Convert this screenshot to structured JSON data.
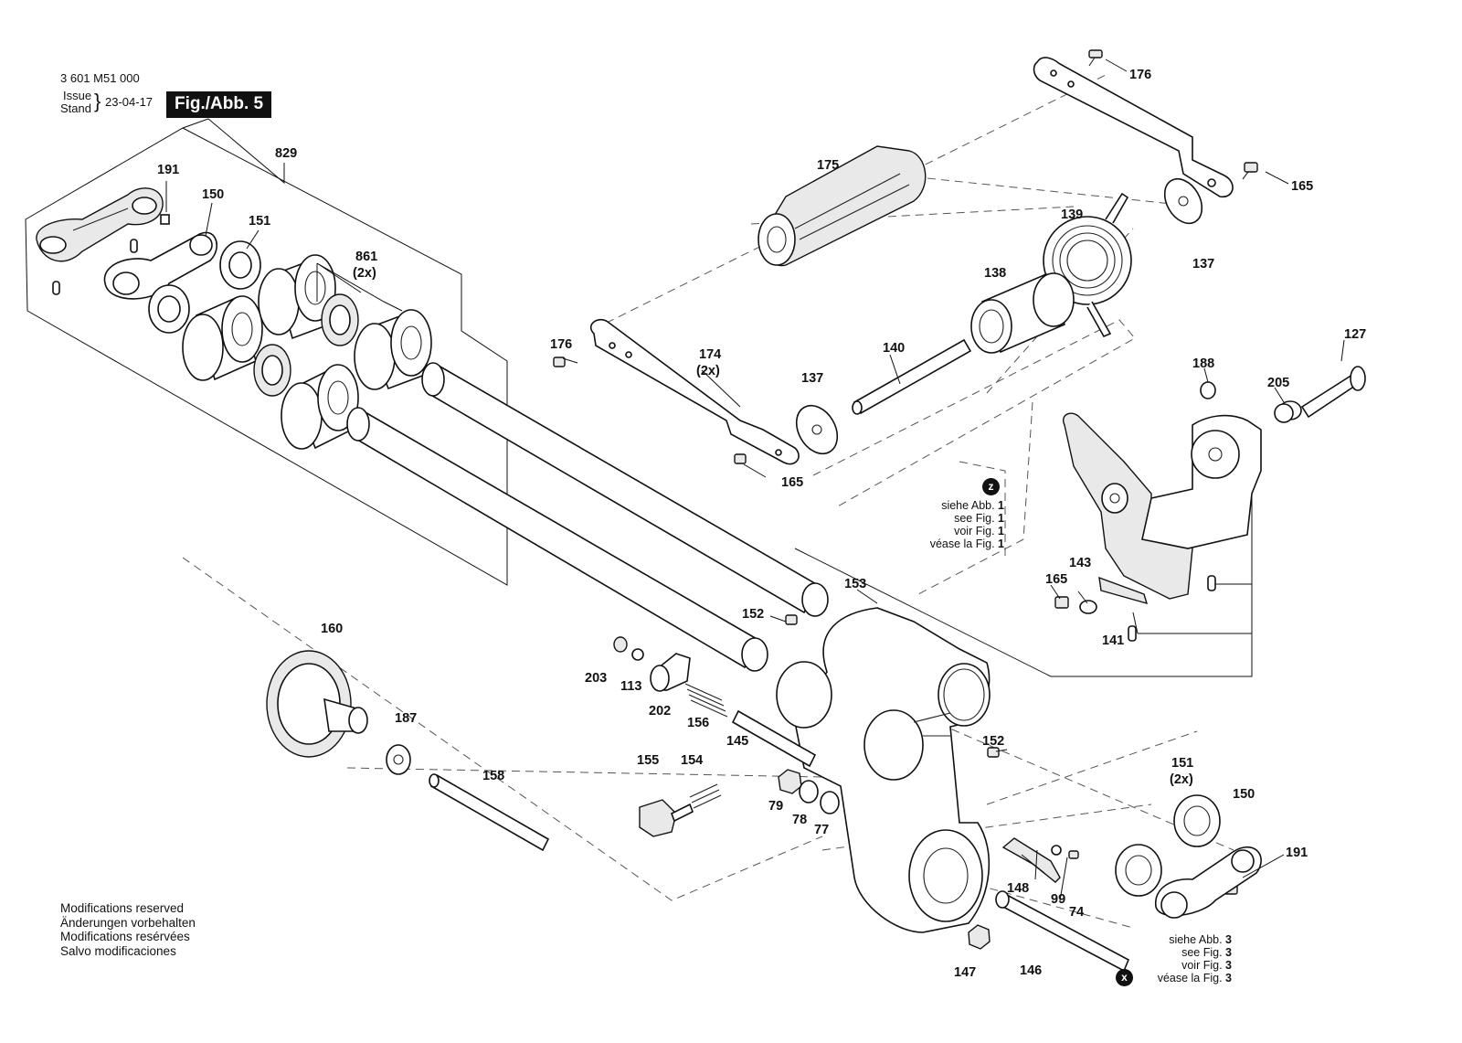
{
  "header": {
    "doc_number": "3 601 M51 000",
    "issue_label": "Issue",
    "stand_label": "Stand",
    "date": "23-04-17",
    "figure_label": "Fig./Abb. 5"
  },
  "modifications": [
    "Modifications reserved",
    "Änderungen vorbehalten",
    "Modifications resérvées",
    "Salvo modificaciones"
  ],
  "references": {
    "z": {
      "marker": "z",
      "lines": [
        {
          "text": "siehe Abb. ",
          "num": "1"
        },
        {
          "text": "see Fig. ",
          "num": "1"
        },
        {
          "text": "voir Fig. ",
          "num": "1"
        },
        {
          "text": "véase la Fig. ",
          "num": "1"
        }
      ]
    },
    "x": {
      "marker": "x",
      "lines": [
        {
          "text": "siehe Abb. ",
          "num": "3"
        },
        {
          "text": "see Fig. ",
          "num": "3"
        },
        {
          "text": "voir Fig. ",
          "num": "3"
        },
        {
          "text": "véase la Fig. ",
          "num": "3"
        }
      ]
    }
  },
  "part_labels": [
    {
      "id": "829",
      "text": "829"
    },
    {
      "id": "191a",
      "text": "191"
    },
    {
      "id": "150a",
      "text": "150"
    },
    {
      "id": "151a",
      "text": "151"
    },
    {
      "id": "861",
      "text": "861"
    },
    {
      "id": "861q",
      "text": "(2x)"
    },
    {
      "id": "175",
      "text": "175"
    },
    {
      "id": "176a",
      "text": "176"
    },
    {
      "id": "165a",
      "text": "165"
    },
    {
      "id": "139",
      "text": "139"
    },
    {
      "id": "137a",
      "text": "137"
    },
    {
      "id": "138",
      "text": "138"
    },
    {
      "id": "176b",
      "text": "176"
    },
    {
      "id": "174",
      "text": "174"
    },
    {
      "id": "174q",
      "text": "(2x)"
    },
    {
      "id": "140",
      "text": "140"
    },
    {
      "id": "137b",
      "text": "137"
    },
    {
      "id": "165b",
      "text": "165"
    },
    {
      "id": "127",
      "text": "127"
    },
    {
      "id": "188",
      "text": "188"
    },
    {
      "id": "205",
      "text": "205"
    },
    {
      "id": "153",
      "text": "153"
    },
    {
      "id": "165c",
      "text": "165"
    },
    {
      "id": "143",
      "text": "143"
    },
    {
      "id": "141",
      "text": "141"
    },
    {
      "id": "152a",
      "text": "152"
    },
    {
      "id": "160",
      "text": "160"
    },
    {
      "id": "203",
      "text": "203"
    },
    {
      "id": "113",
      "text": "113"
    },
    {
      "id": "202",
      "text": "202"
    },
    {
      "id": "156",
      "text": "156"
    },
    {
      "id": "145",
      "text": "145"
    },
    {
      "id": "187",
      "text": "187"
    },
    {
      "id": "152b",
      "text": "152"
    },
    {
      "id": "158",
      "text": "158"
    },
    {
      "id": "155",
      "text": "155"
    },
    {
      "id": "154",
      "text": "154"
    },
    {
      "id": "79",
      "text": "79"
    },
    {
      "id": "78",
      "text": "78"
    },
    {
      "id": "77",
      "text": "77"
    },
    {
      "id": "151b",
      "text": "151"
    },
    {
      "id": "151bq",
      "text": "(2x)"
    },
    {
      "id": "150b",
      "text": "150"
    },
    {
      "id": "191b",
      "text": "191"
    },
    {
      "id": "148",
      "text": "148"
    },
    {
      "id": "99",
      "text": "99"
    },
    {
      "id": "74",
      "text": "74"
    },
    {
      "id": "147",
      "text": "147"
    },
    {
      "id": "146",
      "text": "146"
    }
  ]
}
